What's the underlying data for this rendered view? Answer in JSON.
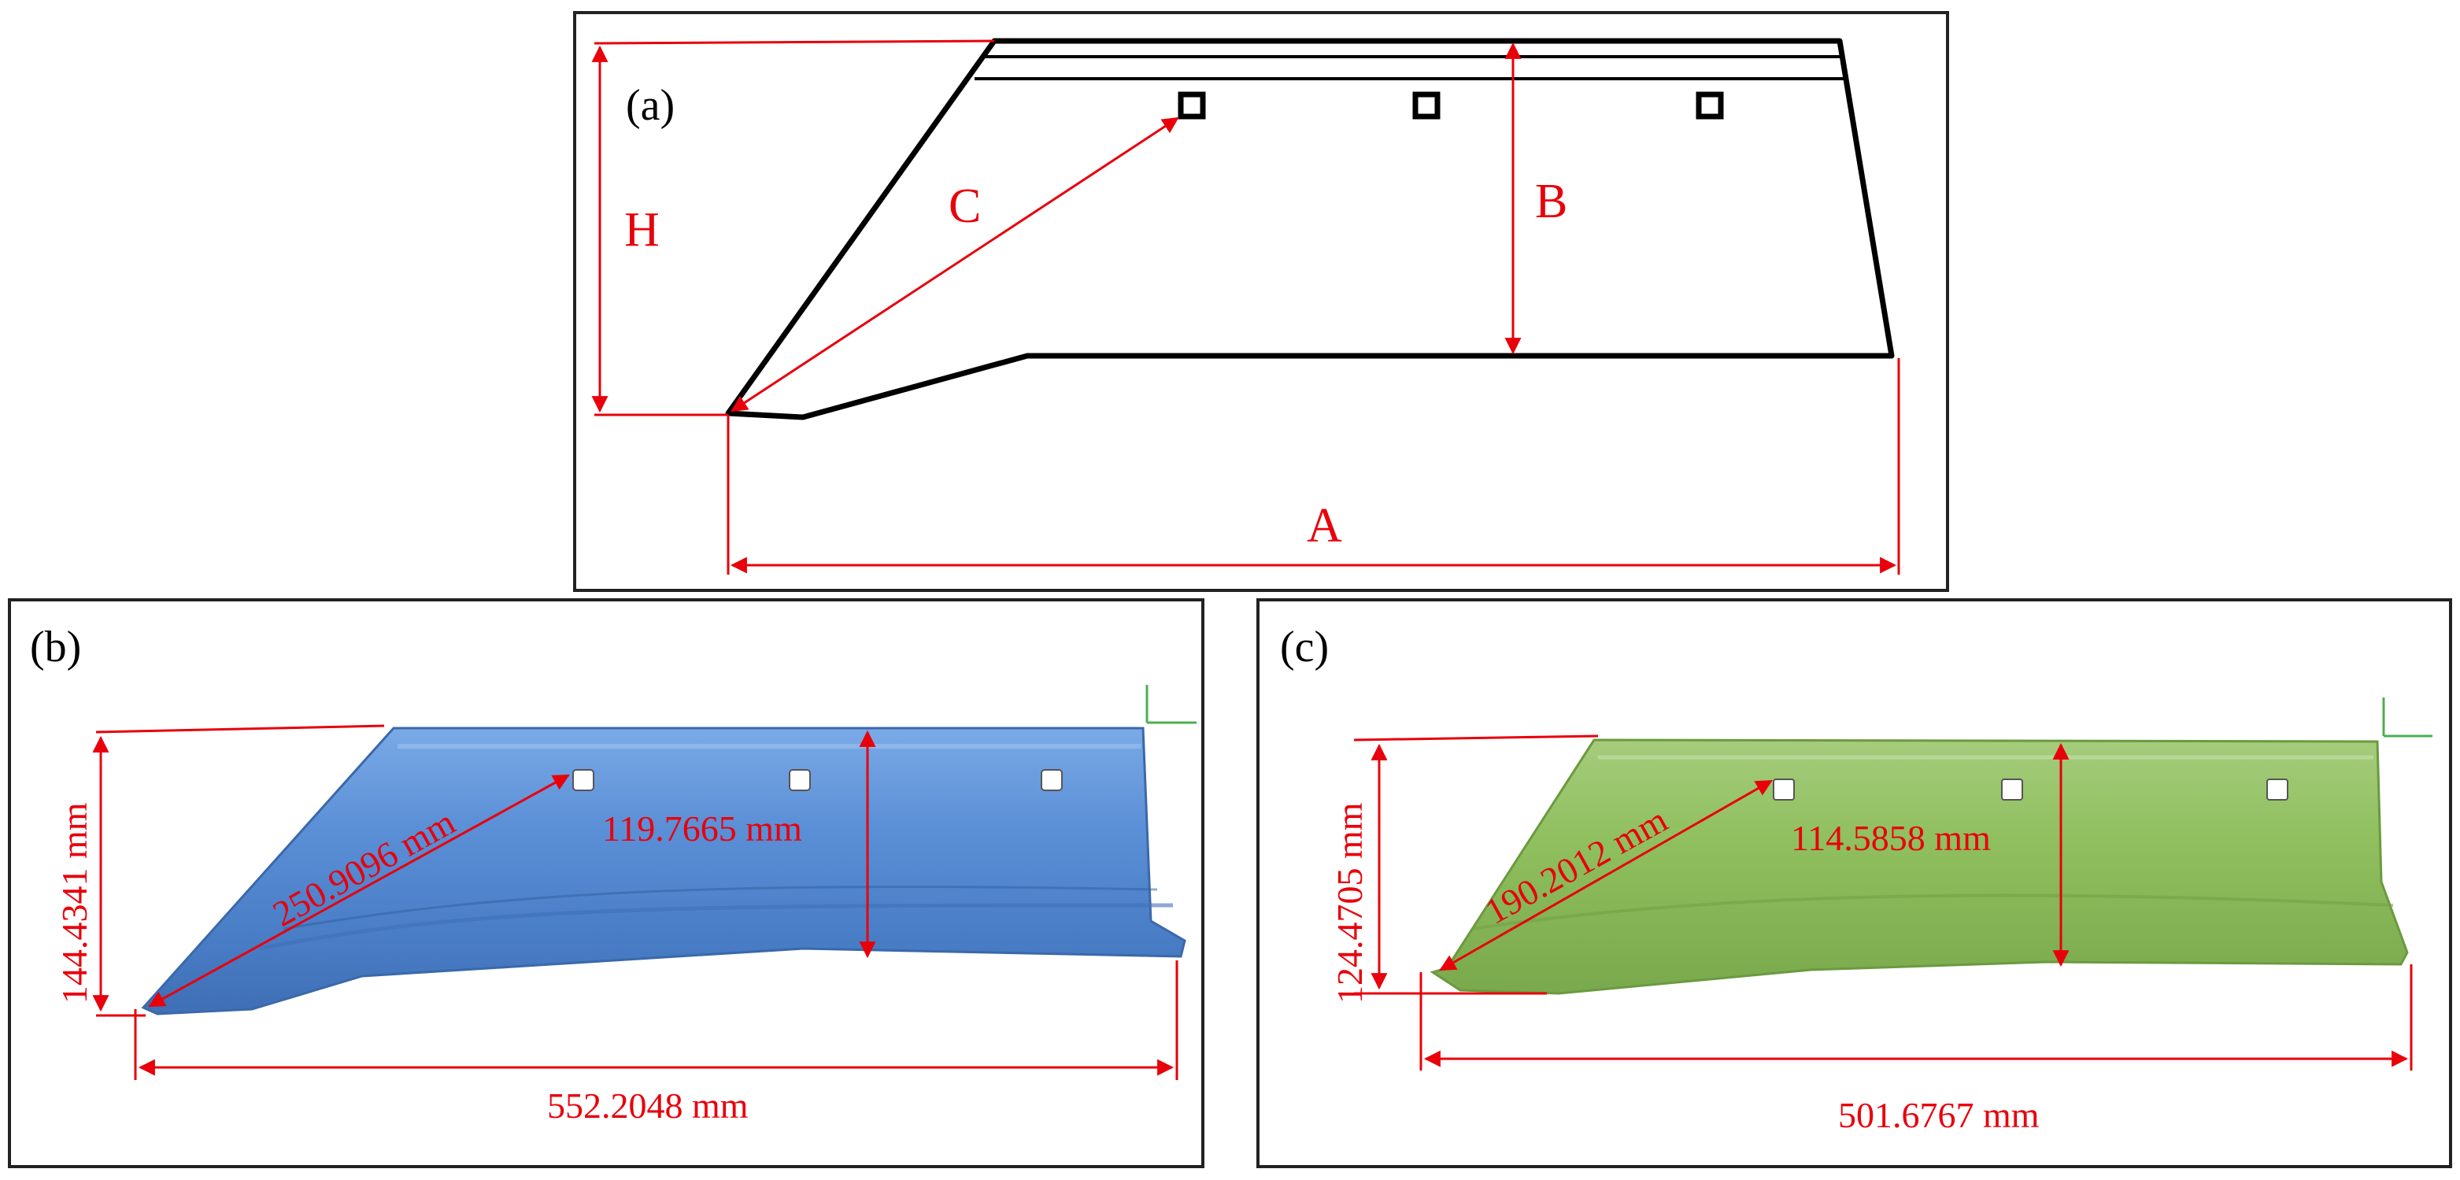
{
  "panel_a": {
    "label": "(a)",
    "dims": {
      "H": "H",
      "C": "C",
      "B": "B",
      "A": "A"
    }
  },
  "panel_b": {
    "label": "(b)",
    "height": "144.4341 mm",
    "diagonal": "250.9096 mm",
    "width": "119.7665 mm",
    "length": "552.2048 mm",
    "color": "#5b8fd6"
  },
  "panel_c": {
    "label": "(c)",
    "height": "124.4705 mm",
    "diagonal": "190.2012 mm",
    "width": "114.5858 mm",
    "length": "501.6767 mm",
    "color": "#8fbf5e"
  }
}
